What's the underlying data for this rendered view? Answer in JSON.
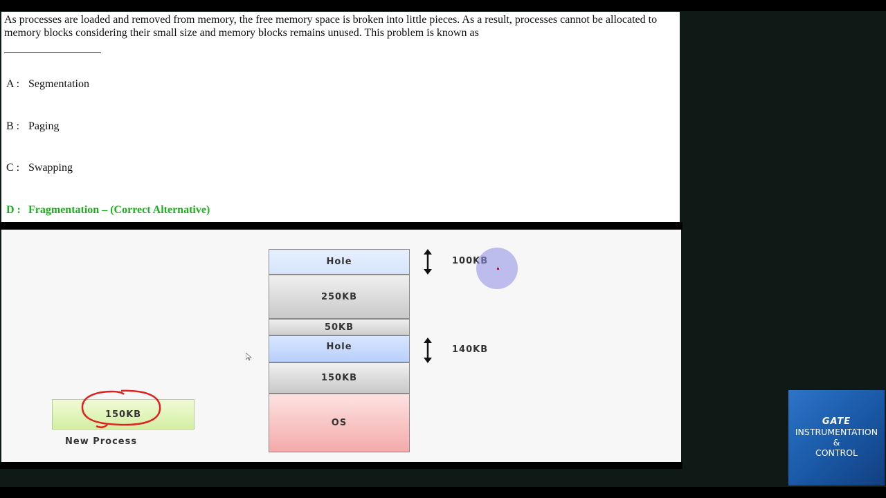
{
  "question": {
    "text": "As processes are loaded and removed from memory, the free memory space is broken into little pieces. As a result, processes cannot be allocated to memory blocks considering their small size and memory blocks remains unused. This problem is known as",
    "options": [
      {
        "letter": "A :",
        "label": "Segmentation"
      },
      {
        "letter": "B :",
        "label": "Paging"
      },
      {
        "letter": "C :",
        "label": "Swapping"
      },
      {
        "letter": "D :",
        "label": "Fragmentation – (Correct Alternative)"
      }
    ],
    "correct_color": "#19b319"
  },
  "diagram": {
    "blocks": [
      {
        "label": "Hole",
        "color": "#dbe7fc"
      },
      {
        "label": "250KB",
        "color": "#d9d9d9"
      },
      {
        "label": "50KB",
        "color": "#d9d9d9"
      },
      {
        "label": "Hole",
        "color": "#c4d7fc"
      },
      {
        "label": "150KB",
        "color": "#d9d9d9"
      },
      {
        "label": "OS",
        "color": "#f8c4c4"
      }
    ],
    "hole_sizes": [
      "100KB",
      "140KB"
    ],
    "new_process": {
      "size": "150KB",
      "label": "New Process"
    }
  },
  "logo": {
    "line1": "GATE",
    "line2": "INSTRUMENTATION",
    "line3": "&",
    "line4": "CONTROL"
  }
}
